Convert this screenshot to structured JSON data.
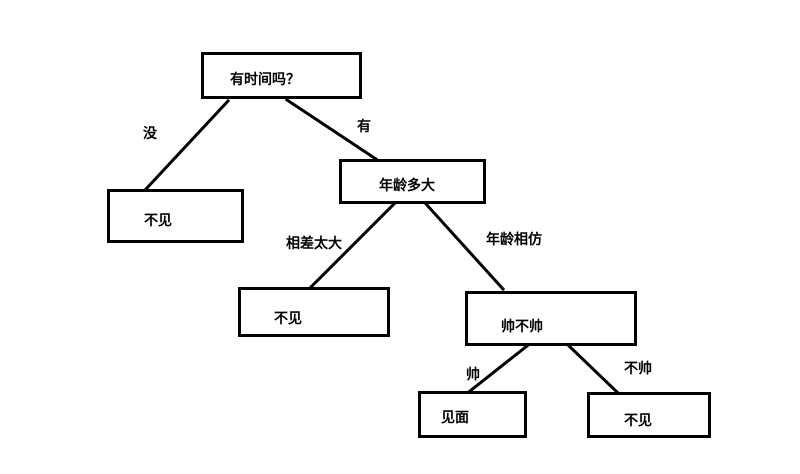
{
  "nodes": {
    "root": "有时间吗？",
    "age": "年龄多大",
    "no_left": "不见",
    "no_middle": "不见",
    "handsome": "帅不帅",
    "meet": "见面",
    "no_right": "不见"
  },
  "edges": {
    "no_time": "没",
    "has_time": "有",
    "age_gap_large": "相差太大",
    "age_similar": "年龄相仿",
    "is_handsome": "帅",
    "not_handsome": "不帅"
  }
}
